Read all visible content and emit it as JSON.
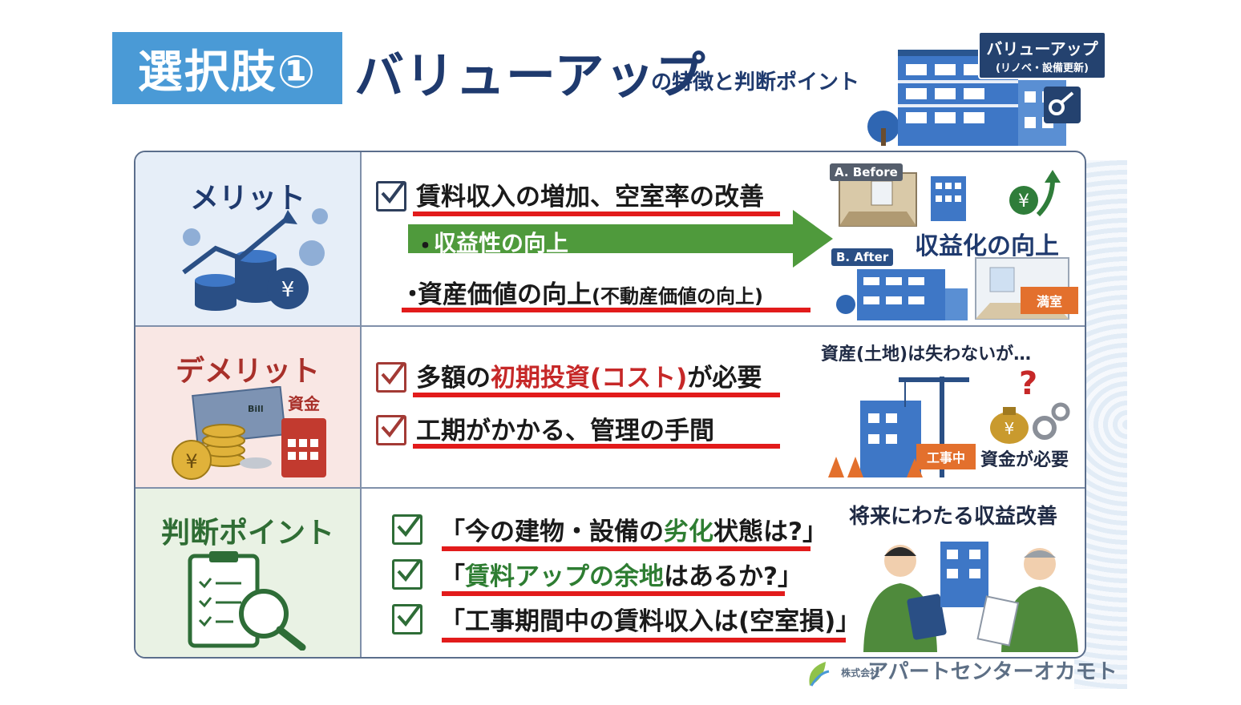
{
  "header": {
    "tag": "選択肢①",
    "title": "バリューアップ",
    "subtitle": "の特徴と判断ポイント",
    "badge_line1": "バリューアップ",
    "badge_line2": "(リノベ・設備更新)"
  },
  "merit": {
    "heading": "メリット",
    "item1": "賃料収入の増加、空室率の改善",
    "item2_bullet": "・",
    "item2": "収益性の向上",
    "item3_bullet": "・",
    "item3_main": "資産価値の向上",
    "item3_paren": "(不動産価値の向上)",
    "before_label": "A. Before",
    "after_label": "B. After",
    "profit_label": "収益化の向上",
    "full_label": "満室"
  },
  "demerit": {
    "heading": "デメリット",
    "item1_pre": "多額の",
    "item1_red": "初期投資(コスト)",
    "item1_post": "が必要",
    "item2": "工期がかかる、管理の手間",
    "note_top": "資産(土地)は失わないが…",
    "construction_label": "工事中",
    "money_label": "資金が必要",
    "fund_label": "資金",
    "bill_label": "Bill"
  },
  "point": {
    "heading": "判断ポイント",
    "q1_pre": "「今の建物・設備の",
    "q1_green": "劣化",
    "q1_post": "状態は?」",
    "q2_pre": "「",
    "q2_green": "賃料アップの余地",
    "q2_post": "はあるか?」",
    "q3": "「工事期間中の賃料収入は(空室損)」",
    "note_top": "将来にわたる収益改善"
  },
  "footer": {
    "company_small": "株式会社",
    "company": "アパートセンターオカモト"
  },
  "colors": {
    "tag_bg": "#4a9ad6",
    "title": "#1f3a6e",
    "underline": "#e21b1b",
    "arrow": "#4f9a3c",
    "merit_bg": "#e6eef8",
    "demerit_bg": "#f9e7e4",
    "point_bg": "#e9f2e4"
  }
}
